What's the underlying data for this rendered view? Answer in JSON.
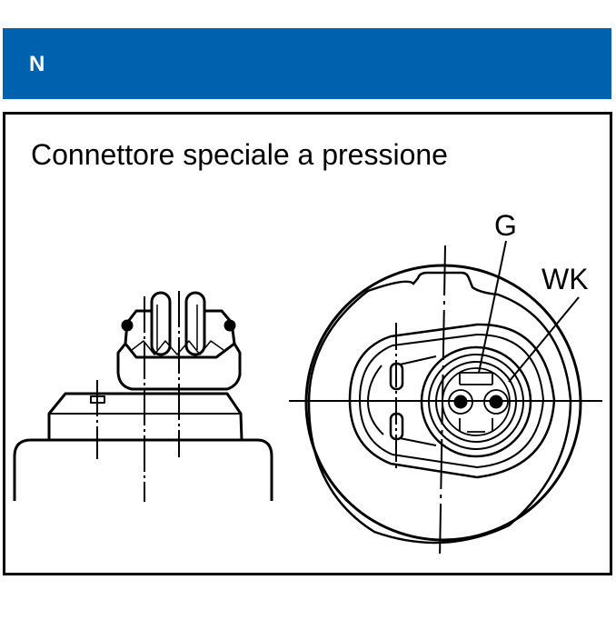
{
  "header": {
    "label": "N",
    "color": "#0061ae"
  },
  "panel": {
    "title": "Connettore speciale a pressione"
  },
  "diagram": {
    "side_view": {
      "name": "side-view-connector"
    },
    "top_view": {
      "name": "top-view-connector",
      "callouts": [
        {
          "id": "g",
          "label": "G"
        },
        {
          "id": "wk",
          "label": "WK"
        }
      ]
    }
  }
}
